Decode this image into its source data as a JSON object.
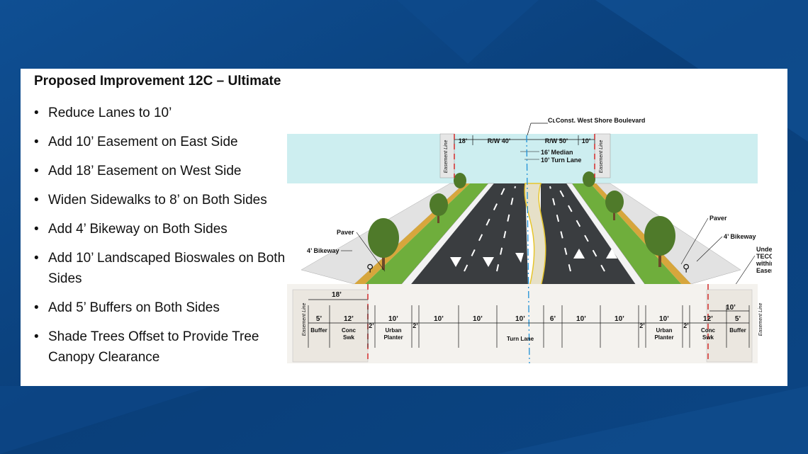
{
  "slide": {
    "title": "Proposed Improvement 12C – Ultimate",
    "bullets": [
      "Reduce Lanes to 10’",
      "Add 10’ Easement on East Side",
      "Add 18’ Easement on West Side",
      "Widen Sidewalks to 8’ on Both Sides",
      "Add 4’ Bikeway on Both Sides",
      "Add 10’ Landscaped Bioswales on Both Sides",
      "Add 5’ Buffers on Both Sides",
      "Shade Trees Offset to Provide Tree Canopy Clearance"
    ]
  },
  "diagram": {
    "centerline": "Const. West Shore Boulevard",
    "centerline_symbol": "Cʟ",
    "top_dims": [
      "18’",
      "R/W 40’",
      "R/W 50’",
      "10’"
    ],
    "median_label": "16’ Median",
    "turn_lane_label": "10’ Turn Lane",
    "easement_line": "Easement Line",
    "left_paver": "Paver",
    "left_bikeway": "4’ Bikeway",
    "right_paver": "Paver",
    "right_bikeway": "4’ Bikeway",
    "teco": [
      "Underground",
      "TECO Line",
      "within",
      "Easement"
    ],
    "left_easement_width": "18’",
    "right_easement_width": "10’",
    "bottom": {
      "buffer_l_dim": "5’",
      "buffer_l": "Buffer",
      "swk_l_dim": "12’",
      "swk_l_1": "Conc",
      "swk_l_2": "Swk",
      "gap1": "2’",
      "planter_l_dim": "10’",
      "planter_l_1": "Urban",
      "planter_l_2": "Planter",
      "gap2": "2’",
      "lane1": "10’",
      "lane2": "10’",
      "turn_dim": "10’",
      "turn_label": "Turn Lane",
      "median_dim": "6’",
      "lane3": "10’",
      "lane4": "10’",
      "gap3": "2’",
      "planter_r_dim": "10’",
      "planter_r_1": "Urban",
      "planter_r_2": "Planter",
      "gap4": "2’",
      "swk_r_dim": "12’",
      "swk_r_1": "Conc",
      "swk_r_2": "Swk",
      "buffer_r_dim": "5’",
      "buffer_r": "Buffer"
    }
  },
  "colors": {
    "background": "#0b3f7a",
    "card": "#ffffff",
    "asphalt": "#3a3d40",
    "grass": "#6fae3c",
    "sky": "#c8ecee",
    "centerline": "#1e90d6",
    "easement": "#d42b2b"
  }
}
